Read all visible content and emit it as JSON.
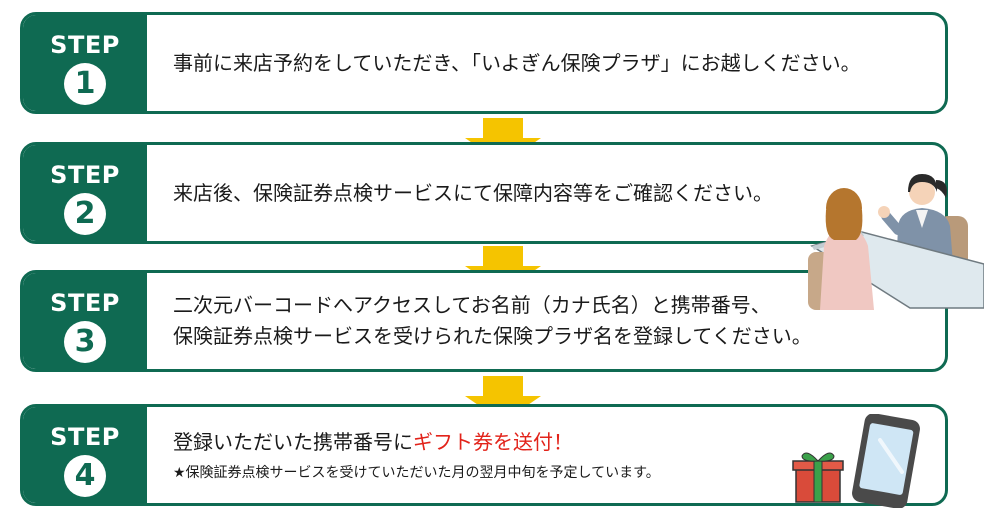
{
  "steps": [
    {
      "label": "STEP",
      "number": "1",
      "line1": "事前に来店予約をしていただき、「いよぎん保険プラザ」にお越しください。"
    },
    {
      "label": "STEP",
      "number": "2",
      "line1": "来店後、保険証券点検サービスにて保障内容等をご確認ください。"
    },
    {
      "label": "STEP",
      "number": "3",
      "line1": "二次元バーコードへアクセスしてお名前（カナ氏名）と携帯番号、",
      "line2": "保険証券点検サービスを受けられた保険プラザ名を登録してください。"
    },
    {
      "label": "STEP",
      "number": "4",
      "line1_prefix": "登録いただいた携帯番号に",
      "line1_highlight": "ギフト券を送付！",
      "note": "★保険証券点検サービスを受けていただいた月の翌月中旬を予定しています。"
    }
  ],
  "colors": {
    "step_green": "#0f6a52",
    "arrow_yellow": "#f5c400",
    "highlight_red": "#e2231a"
  },
  "icons": [
    "down-arrow-icon",
    "consultation-illustration",
    "gift-box-icon",
    "smartphone-icon"
  ]
}
